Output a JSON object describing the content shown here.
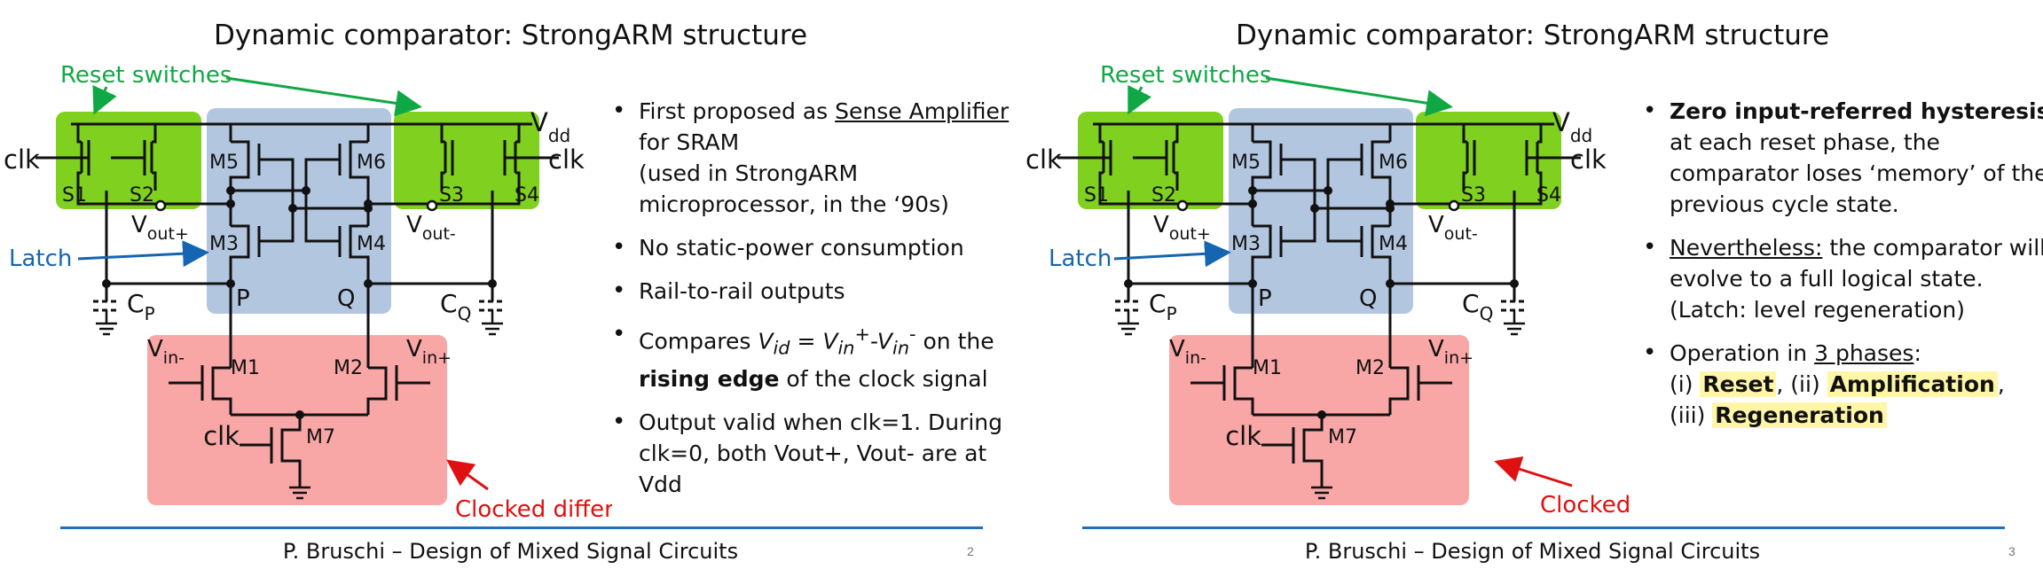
{
  "slides": [
    {
      "title": "Dynamic comparator: StrongARM structure",
      "labels": {
        "reset_switches": "Reset switches",
        "latch": "Latch",
        "clocked_pair": "Clocked differential pair",
        "clk": "clk",
        "vdd_main": "V",
        "vdd_sub": "dd",
        "s1": "S1",
        "s2": "S2",
        "s3": "S3",
        "s4": "S4",
        "m1": "M1",
        "m2": "M2",
        "m3": "M3",
        "m4": "M4",
        "m5": "M5",
        "m6": "M6",
        "m7": "M7",
        "vout_plus_main": "V",
        "vout_plus_sub": "out+",
        "vout_minus_main": "V",
        "vout_minus_sub": "out-",
        "vin_minus_main": "V",
        "vin_minus_sub": "in-",
        "vin_plus_main": "V",
        "vin_plus_sub": "in+",
        "cp_main": "C",
        "cp_sub": "P",
        "cq_main": "C",
        "cq_sub": "Q",
        "p": "P",
        "q": "Q"
      },
      "bullets": {
        "b1_a": "First proposed as ",
        "b1_u": "Sense Amplifier",
        "b1_b": " for SRAM",
        "b1_c": "(used in StrongARM microprocessor, in the ‘90s)",
        "b2": "No static-power consumption",
        "b3": "Rail-to-rail outputs",
        "b4_a": "Compares ",
        "b4_f1": "V",
        "b4_f1s": "id",
        "b4_f2": " = V",
        "b4_f2s": "in",
        "b4_f2p": "+",
        "b4_f3": "-V",
        "b4_f3s": "in",
        "b4_f3p": "-",
        "b4_b": " on the ",
        "b4_bold": "rising edge",
        "b4_c": " of the clock signal",
        "b5": "Output valid when clk=1. During clk=0, both Vout+, Vout- are at Vdd"
      },
      "footer": "P. Bruschi – Design of Mixed Signal Circuits",
      "page": "2"
    },
    {
      "title": "Dynamic comparator: StrongARM structure",
      "labels": {
        "reset_switches": "Reset switches",
        "latch": "Latch",
        "clocked_pair": "Clocked differential pair",
        "clk": "clk",
        "vdd_main": "V",
        "vdd_sub": "dd",
        "s1": "S1",
        "s2": "S2",
        "s3": "S3",
        "s4": "S4",
        "m1": "M1",
        "m2": "M2",
        "m3": "M3",
        "m4": "M4",
        "m5": "M5",
        "m6": "M6",
        "m7": "M7",
        "vout_plus_main": "V",
        "vout_plus_sub": "out+",
        "vout_minus_main": "V",
        "vout_minus_sub": "out-",
        "vin_minus_main": "V",
        "vin_minus_sub": "in-",
        "vin_plus_main": "V",
        "vin_plus_sub": "in+",
        "cp_main": "C",
        "cp_sub": "P",
        "cq_main": "C",
        "cq_sub": "Q",
        "p": "P",
        "q": "Q"
      },
      "bullets": {
        "b1_bold": "Zero input-referred hysteresis:",
        "b1_a": "at each reset phase, the comparator loses ‘memory’ of the previous cycle state.",
        "b2_u": "Nevertheless:",
        "b2_a": " the comparator will evolve to a full logical state.",
        "b2_b": "(Latch: level regeneration)",
        "b3_a": "Operation in ",
        "b3_u": "3 phases",
        "b3_b": ":",
        "b3_p1": "(i) ",
        "b3_h1": "Reset",
        "b3_p2": ", (ii) ",
        "b3_h2": "Amplification",
        "b3_p3": ",",
        "b3_p4": "(iii) ",
        "b3_h3": "Regeneration"
      },
      "footer": "P. Bruschi – Design of Mixed Signal Circuits",
      "page": "3"
    }
  ],
  "colors": {
    "reset_box": "#7fd01f",
    "latch_box": "#b3c6e0",
    "pair_box": "#f9a6a6",
    "green_text": "#10a844",
    "blue_text": "#1565b0",
    "red_text": "#e01010",
    "footer_line": "#1e6fbf",
    "highlight": "#fff6a8"
  }
}
